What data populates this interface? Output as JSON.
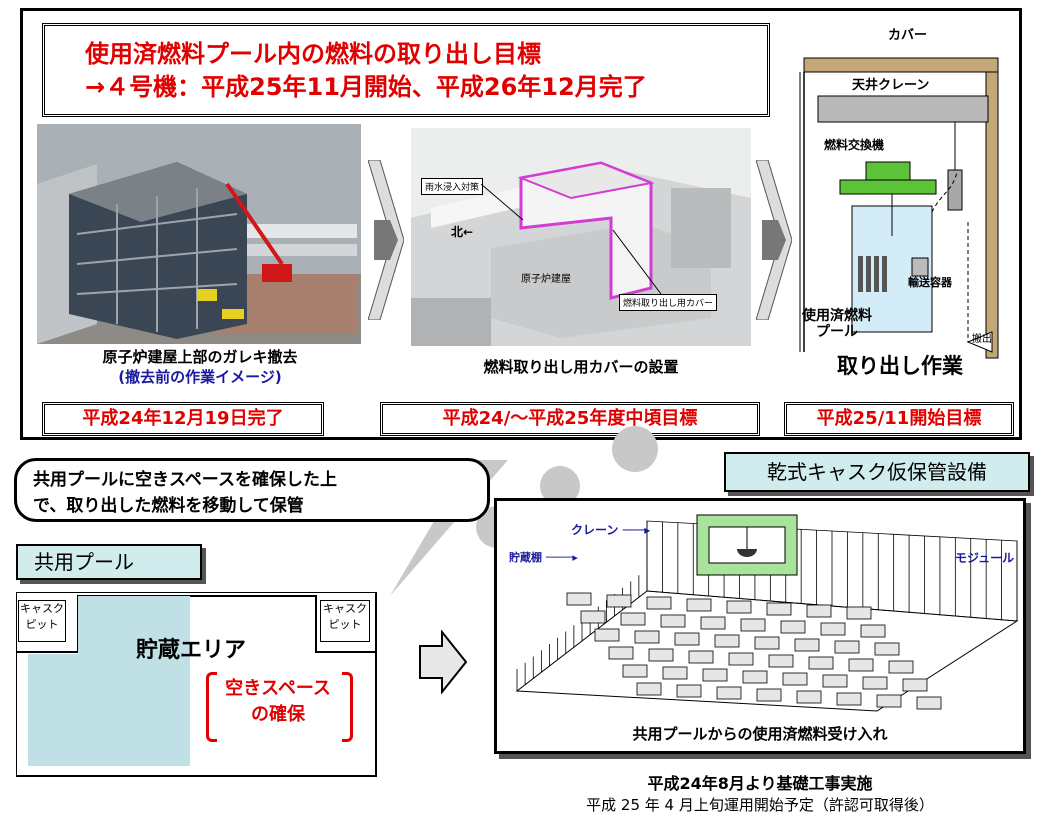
{
  "goal": {
    "line1": "使用済燃料プール内の燃料の取り出し目標",
    "line2": "→４号機：平成25年11月開始、平成26年12月完了"
  },
  "steps": [
    {
      "caption": "原子炉建屋上部のガレキ撤去",
      "subcaption": "(撤去前の作業イメージ)",
      "target": "平成24年12月19日完了"
    },
    {
      "caption": "燃料取り出し用カバーの設置",
      "target": "平成24/～平成25年度中頃目標"
    },
    {
      "caption": "取り出し作業",
      "target": "平成25/11開始目標"
    }
  ],
  "cover_image_labels": {
    "rain": "雨水浸入対策",
    "north": "北",
    "reactor": "原子炉建屋",
    "cover": "燃料取り出し用カバー"
  },
  "crane_diagram_labels": {
    "cover": "カバー",
    "crane": "天井クレーン",
    "fuel_machine": "燃料交換機",
    "cask": "輸送容器",
    "pool": "使用済燃料\nプール",
    "arrow": "搬出"
  },
  "callout": {
    "line1": "共用プールに空きスペースを確保した上",
    "line2": "で、取り出した燃料を移動して保管"
  },
  "common_pool": {
    "title": "共用プール",
    "pit_left": "キャスク\nピット",
    "pit_right": "キャスク\nピット",
    "storage": "貯蔵エリア",
    "space": "空きスペース\nの確保"
  },
  "dry_cask": {
    "title": "乾式キャスク仮保管設備",
    "crane": "クレーン",
    "storage": "貯蔵棚",
    "module": "モジュール",
    "caption": "共用プールからの使用済燃料受け入れ"
  },
  "footer": {
    "line1": "平成24年8月より基礎工事実施",
    "line2": "平成 25 年 4 月上旬運用開始予定（許認可取得後）"
  },
  "colors": {
    "red": "#e00000",
    "blue": "#1a1aa0",
    "teal": "#d0ecec",
    "pool": "#bfe0e4",
    "green": "#7fd86f"
  }
}
